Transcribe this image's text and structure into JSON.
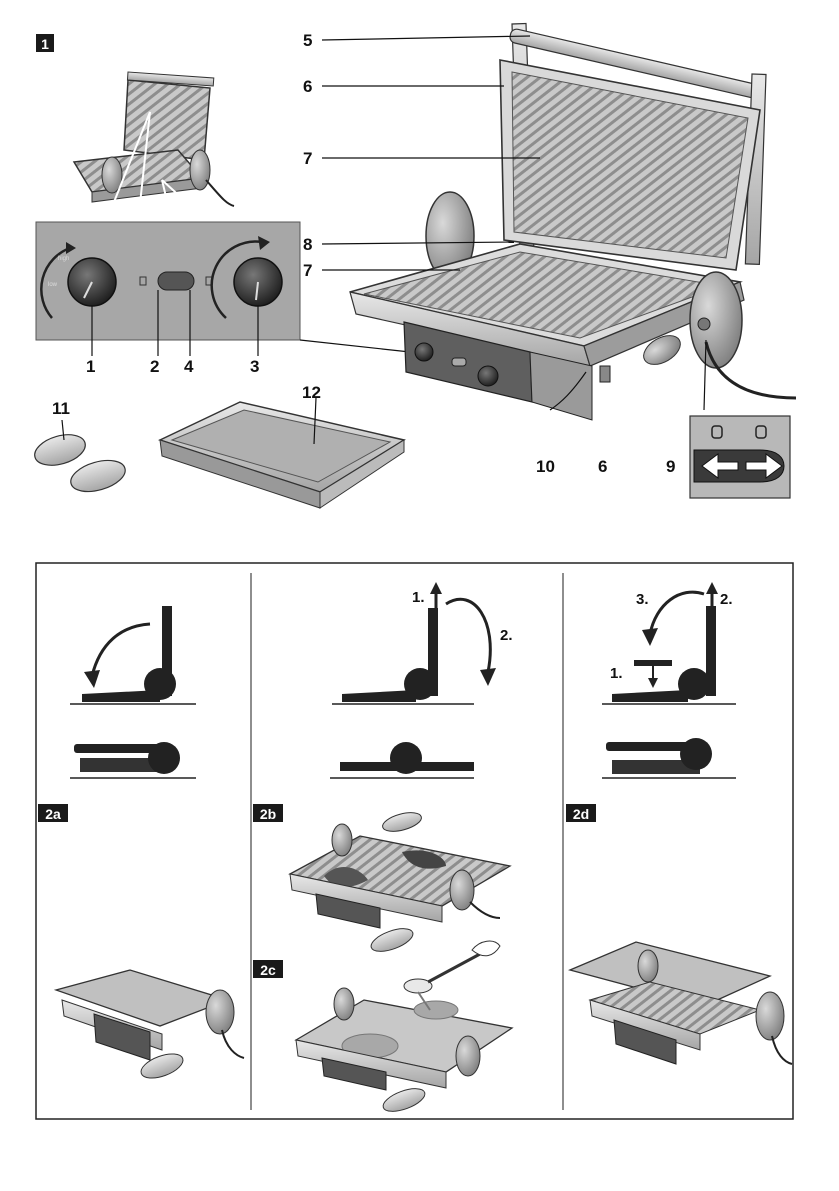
{
  "figure1": {
    "tag": "1",
    "part_labels": {
      "n1": "1",
      "n2": "2",
      "n3": "3",
      "n4": "4",
      "n5": "5",
      "n6_top": "6",
      "n6_bottom": "6",
      "n7_upper": "7",
      "n7_lower": "7",
      "n8": "8",
      "n9": "9",
      "n10": "10",
      "n11": "11",
      "n12": "12"
    },
    "dial_left": {
      "top": "high",
      "mid": "low"
    }
  },
  "figure2": {
    "panel_a": {
      "tag": "2a"
    },
    "panel_b": {
      "tag": "2b",
      "step1": "1.",
      "step2": "2."
    },
    "panel_c": {
      "tag": "2c"
    },
    "panel_d": {
      "tag": "2d",
      "step1": "1.",
      "step2": "2.",
      "step3": "3."
    }
  },
  "colors": {
    "ink": "#111111",
    "panel_grey": "#a7a7a7",
    "metal": "#cfcfcf",
    "plate": "#bdbdbd"
  }
}
